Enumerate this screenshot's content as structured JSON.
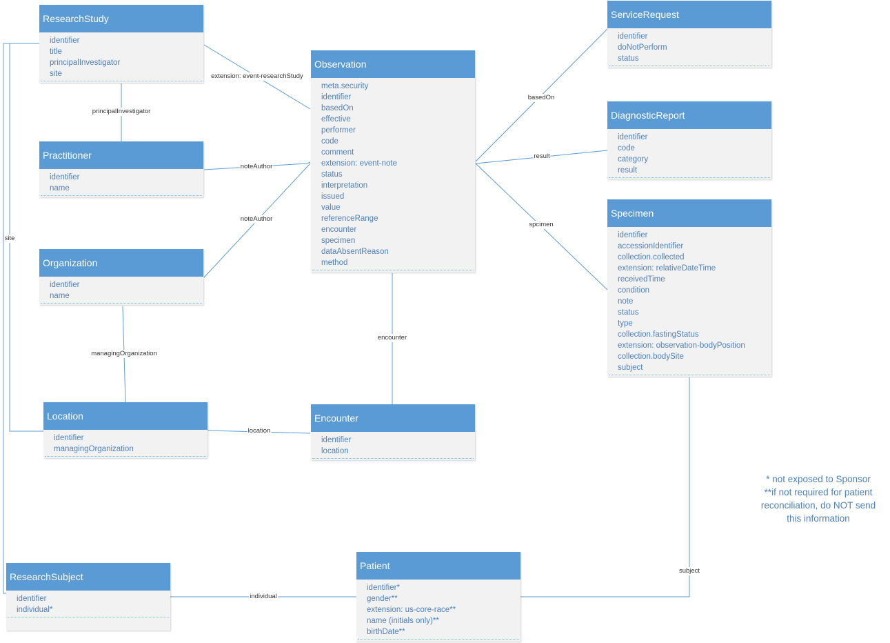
{
  "entities": [
    {
      "key": "researchstudy",
      "name": "ResearchStudy",
      "fields": [
        "identifier",
        "title",
        "principalInvestigator",
        "site"
      ]
    },
    {
      "key": "practitioner",
      "name": "Practitioner",
      "fields": [
        "identifier",
        "name"
      ]
    },
    {
      "key": "organization",
      "name": "Organization",
      "fields": [
        "identifier",
        "name"
      ]
    },
    {
      "key": "location",
      "name": "Location",
      "fields": [
        "identifier",
        "managingOrganization"
      ]
    },
    {
      "key": "researchsubject",
      "name": "ResearchSubject",
      "fields": [
        "identifier",
        "individual*"
      ]
    },
    {
      "key": "observation",
      "name": "Observation",
      "fields": [
        "meta.security",
        "identifier",
        "basedOn",
        "effective",
        "performer",
        "code",
        "comment",
        "extension: event-note",
        "status",
        "interpretation",
        "issued",
        "value",
        "referenceRange",
        "encounter",
        "specimen",
        "dataAbsentReason",
        "method"
      ]
    },
    {
      "key": "encounter",
      "name": "Encounter",
      "fields": [
        "identifier",
        "location"
      ]
    },
    {
      "key": "patient",
      "name": "Patient",
      "fields": [
        "identifier*",
        "gender**",
        "extension: us-core-race**",
        "name (initials only)**",
        "birthDate**"
      ]
    },
    {
      "key": "servicerequest",
      "name": "ServiceRequest",
      "fields": [
        "identifier",
        "doNotPerform",
        "status"
      ]
    },
    {
      "key": "diagnosticreport",
      "name": "DiagnosticReport",
      "fields": [
        "identifier",
        "code",
        "category",
        "result"
      ]
    },
    {
      "key": "specimen",
      "name": "Specimen",
      "fields": [
        "identifier",
        "accessionIdentifier",
        "collection.collected",
        "extension: relativeDateTime",
        "receivedTime",
        "condition",
        "note",
        "status",
        "type",
        "collection.fastingStatus",
        "extension: observation-bodyPosition",
        "collection.bodySite",
        "subject"
      ]
    }
  ],
  "relationships": [
    {
      "key": "extension-event-researchstudy",
      "label": "extension: event-researchStudy"
    },
    {
      "key": "principalinvestigator",
      "label": "principalInvestigator"
    },
    {
      "key": "noteauthor-practitioner",
      "label": "noteAuthor"
    },
    {
      "key": "noteauthor-organization",
      "label": "noteAuthor"
    },
    {
      "key": "site",
      "label": "site"
    },
    {
      "key": "managingorganization",
      "label": "managingOrganization"
    },
    {
      "key": "location",
      "label": "location"
    },
    {
      "key": "encounter",
      "label": "encounter"
    },
    {
      "key": "basedon",
      "label": "basedOn"
    },
    {
      "key": "result",
      "label": "result"
    },
    {
      "key": "spcimen",
      "label": "spcimen"
    },
    {
      "key": "subject",
      "label": "subject"
    },
    {
      "key": "individual",
      "label": "individual"
    }
  ],
  "note": [
    "* not exposed to Sponsor",
    "**if not required for patient",
    "reconciliation, do NOT send",
    "this information"
  ],
  "colors": {
    "header": "#5b9bd5",
    "field_text": "#4f81bd",
    "line": "#5b9bd5",
    "box": "#f2f2f2"
  }
}
